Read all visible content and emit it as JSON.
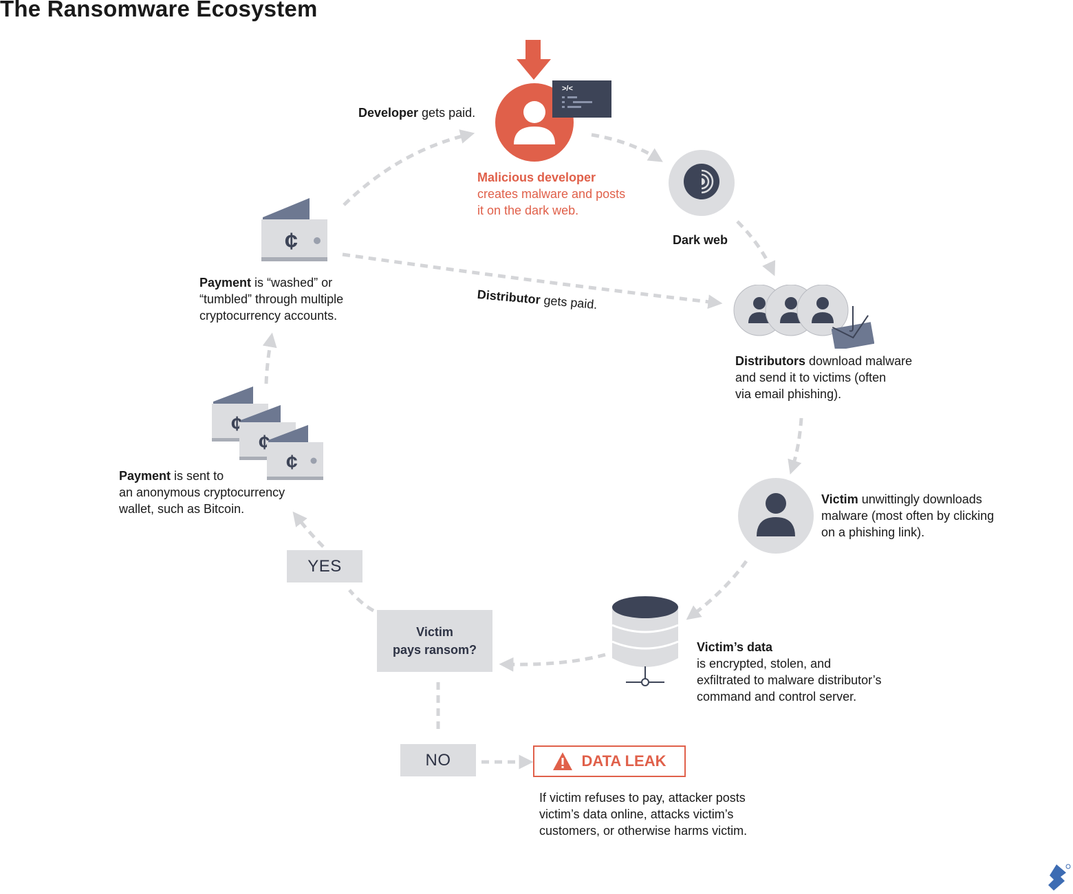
{
  "title": "The Ransomware Ecosystem",
  "developer": {
    "paid_bold": "Developer",
    "paid_rest": " gets paid.",
    "node_line1": "Malicious developer",
    "node_line2": "creates malware and posts",
    "node_line3": "it on the dark web.",
    "terminal_prompt": ">/<"
  },
  "darkweb": {
    "label": "Dark web"
  },
  "distributors": {
    "bold": "Distributors",
    "line1_rest": " download malware",
    "line2": "and send it to victims (often",
    "line3": "via email phishing)."
  },
  "distributor_paid": {
    "bold": "Distributor",
    "rest": " gets paid."
  },
  "washed": {
    "bold": "Payment",
    "line1_rest": " is “washed” or",
    "line2": "“tumbled” through multiple",
    "line3": "cryptocurrency accounts."
  },
  "sent": {
    "bold": "Payment",
    "line1_rest": " is sent to",
    "line2": "an anonymous cryptocurrency",
    "line3": "wallet, such as Bitcoin."
  },
  "victim": {
    "bold": "Victim",
    "line1_rest": " unwittingly downloads",
    "line2": "malware (most often by clicking",
    "line3": "on a phishing link)."
  },
  "victim_data": {
    "bold": "Victim’s data",
    "line2": "is encrypted, stolen, and",
    "line3": "exfiltrated to malware distributor’s",
    "line4": "command and control server."
  },
  "decision": {
    "line1": "Victim",
    "line2": "pays ransom?"
  },
  "yes_label": "YES",
  "no_label": "NO",
  "data_leak": {
    "label": "DATA LEAK",
    "line1": "If victim refuses to pay, attacker posts",
    "line2": "victim’s data online, attacks victim’s",
    "line3": "customers, or otherwise harms victim."
  },
  "wallet_symbol": "¢",
  "colors": {
    "accent": "#e0604a",
    "dark": "#3d4457",
    "slate": "#6d7891",
    "light_gray": "#dcdde0",
    "arrow_gray": "#d4d5d8"
  },
  "icons": [
    "down-arrow-icon",
    "developer-person-icon",
    "terminal-icon",
    "tor-onion-icon",
    "distributor-people-icon",
    "phishing-envelope-icon",
    "wallet-icon",
    "victim-person-icon",
    "database-server-icon",
    "warning-icon",
    "brand-logo-icon"
  ]
}
